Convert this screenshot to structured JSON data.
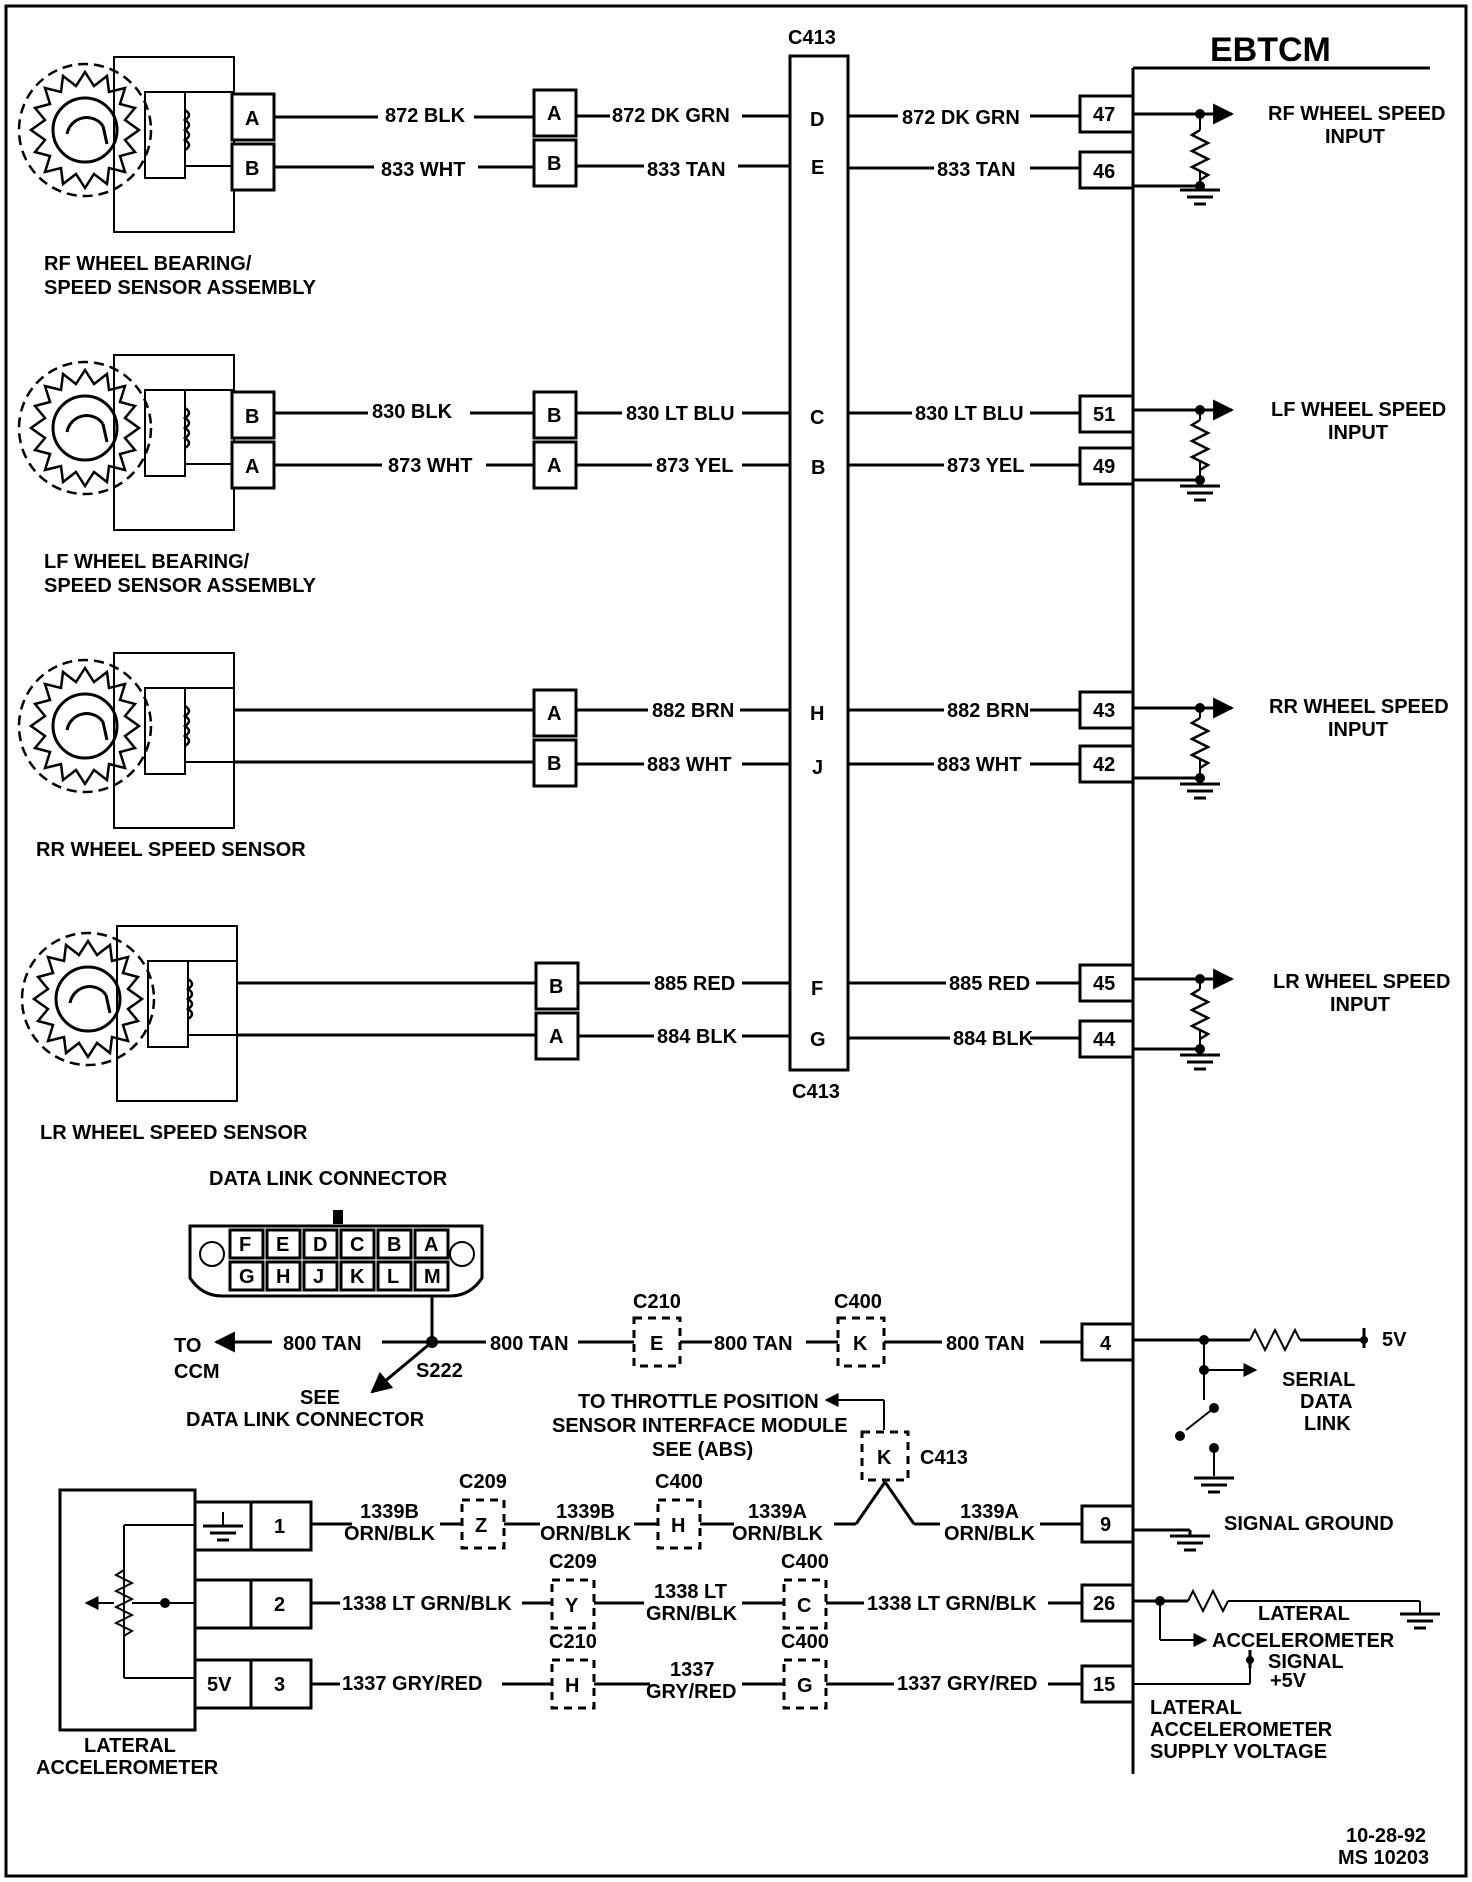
{
  "ebtcm": {
    "title": "EBTCM"
  },
  "c413": {
    "top": "C413",
    "bottom": "C413"
  },
  "sensors": {
    "rf": {
      "label_l1": "RF WHEEL BEARING/",
      "label_l2": "SPEED SENSOR ASSEMBLY",
      "pin_top": "A",
      "pin_bot": "B",
      "wire_top": "872 BLK",
      "wire_bot": "833 WHT",
      "inline_top": "A",
      "inline_bot": "B",
      "wire2_top": "872 DK GRN",
      "wire2_bot": "833 TAN",
      "c413_top": "D",
      "c413_bot": "E",
      "wire3_top": "872 DK GRN",
      "wire3_bot": "833 TAN",
      "ecu_top": "47",
      "ecu_bot": "46",
      "input_l1": "RF WHEEL SPEED",
      "input_l2": "INPUT"
    },
    "lf": {
      "label_l1": "LF WHEEL BEARING/",
      "label_l2": "SPEED SENSOR ASSEMBLY",
      "pin_top": "B",
      "pin_bot": "A",
      "wire_top": "830  BLK",
      "wire_bot": "873 WHT",
      "inline_top": "B",
      "inline_bot": "A",
      "wire2_top": "830 LT BLU",
      "wire2_bot": "873 YEL",
      "c413_top": "C",
      "c413_bot": "B",
      "wire3_top": "830 LT BLU",
      "wire3_bot": "873 YEL",
      "ecu_top": "51",
      "ecu_bot": "49",
      "input_l1": "LF WHEEL SPEED",
      "input_l2": "INPUT"
    },
    "rr": {
      "label": "RR WHEEL SPEED SENSOR",
      "inline_top": "A",
      "inline_bot": "B",
      "wire2_top": "882 BRN",
      "wire2_bot": "883 WHT",
      "c413_top": "H",
      "c413_bot": "J",
      "wire3_top": "882 BRN",
      "wire3_bot": "883 WHT",
      "ecu_top": "43",
      "ecu_bot": "42",
      "input_l1": "RR WHEEL SPEED",
      "input_l2": "INPUT"
    },
    "lr": {
      "label": "LR WHEEL SPEED SENSOR",
      "inline_top": "B",
      "inline_bot": "A",
      "wire2_top": "885 RED",
      "wire2_bot": "884 BLK",
      "c413_top": "F",
      "c413_bot": "G",
      "wire3_top": "885 RED",
      "wire3_bot": "884 BLK",
      "ecu_top": "45",
      "ecu_bot": "44",
      "input_l1": "LR WHEEL SPEED",
      "input_l2": "INPUT"
    }
  },
  "dlc": {
    "title": "DATA LINK CONNECTOR",
    "top_pins": [
      "F",
      "E",
      "D",
      "C",
      "B",
      "A"
    ],
    "bottom_pins": [
      "G",
      "H",
      "J",
      "K",
      "L",
      "M"
    ],
    "to_l1": "TO",
    "to_l2": "CCM",
    "wire_left": "800 TAN",
    "wire_mid": "800 TAN",
    "splice": "S222",
    "see_l1": "SEE",
    "see_l2": "DATA LINK CONNECTOR"
  },
  "serial": {
    "c210_label": "C210",
    "c210_pin": "E",
    "wire_a": "800 TAN",
    "c400_label": "C400",
    "c400_pin": "K",
    "wire_b": "800 TAN",
    "ecu_pin": "4",
    "v5": "5V",
    "label_l1": "SERIAL",
    "label_l2": "DATA",
    "label_l3": "LINK"
  },
  "tps": {
    "l1": "TO THROTTLE POSITION",
    "l2": "SENSOR INTERFACE MODULE",
    "l3": "SEE (ABS)",
    "pin": "K",
    "conn": "C413"
  },
  "accel": {
    "label_l1": "LATERAL",
    "label_l2": "ACCELEROMETER",
    "v5_box": "5V",
    "pins": [
      "1",
      "2",
      "3"
    ],
    "row1": {
      "w1_l1": "1339B",
      "w1_l2": "ORN/BLK",
      "c209_label": "C209",
      "c209_pin": "Z",
      "w2_l1": "1339B",
      "w2_l2": "ORN/BLK",
      "c400_label": "C400",
      "c400_pin": "H",
      "w3_l1": "1339A",
      "w3_l2": "ORN/BLK",
      "w4_l1": "1339A",
      "w4_l2": "ORN/BLK",
      "ecu_pin": "9",
      "out": "SIGNAL GROUND"
    },
    "row2": {
      "w1": "1338 LT GRN/BLK",
      "c209_label": "C209",
      "c209_pin": "Y",
      "w2_l1": "1338 LT",
      "w2_l2": "GRN/BLK",
      "c400_label": "C400",
      "c400_pin": "C",
      "w3": "1338 LT GRN/BLK",
      "ecu_pin": "26",
      "out_l1": "LATERAL",
      "out_l2": "ACCELEROMETER",
      "out_l3": "SIGNAL"
    },
    "row3": {
      "w1": "1337 GRY/RED",
      "c210_label": "C210",
      "c210_pin": "H",
      "w2_l1": "1337",
      "w2_l2": "GRY/RED",
      "c400_label": "C400",
      "c400_pin": "G",
      "w3": "1337 GRY/RED",
      "ecu_pin": "15",
      "v5": "+5V",
      "out_l1": "LATERAL",
      "out_l2": "ACCELEROMETER",
      "out_l3": "SUPPLY VOLTAGE"
    }
  },
  "footer": {
    "date": "10-28-92",
    "code": "MS 10203"
  }
}
